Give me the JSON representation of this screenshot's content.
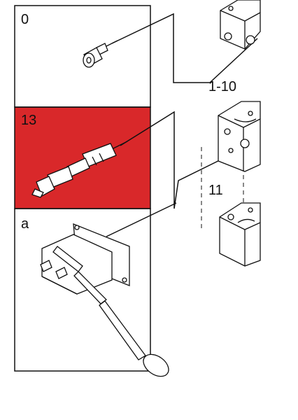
{
  "panels": [
    {
      "label": "0",
      "part": "plug-screw"
    },
    {
      "label": "13",
      "part": "cable-connector",
      "highlighted": true
    },
    {
      "label": "a",
      "part": "hand-lever-assembly"
    }
  ],
  "assembly_labels": [
    "1-10",
    "11"
  ],
  "colors": {
    "highlight": "#d9282a",
    "line": "#111111",
    "part_fill": "#ffffff"
  }
}
